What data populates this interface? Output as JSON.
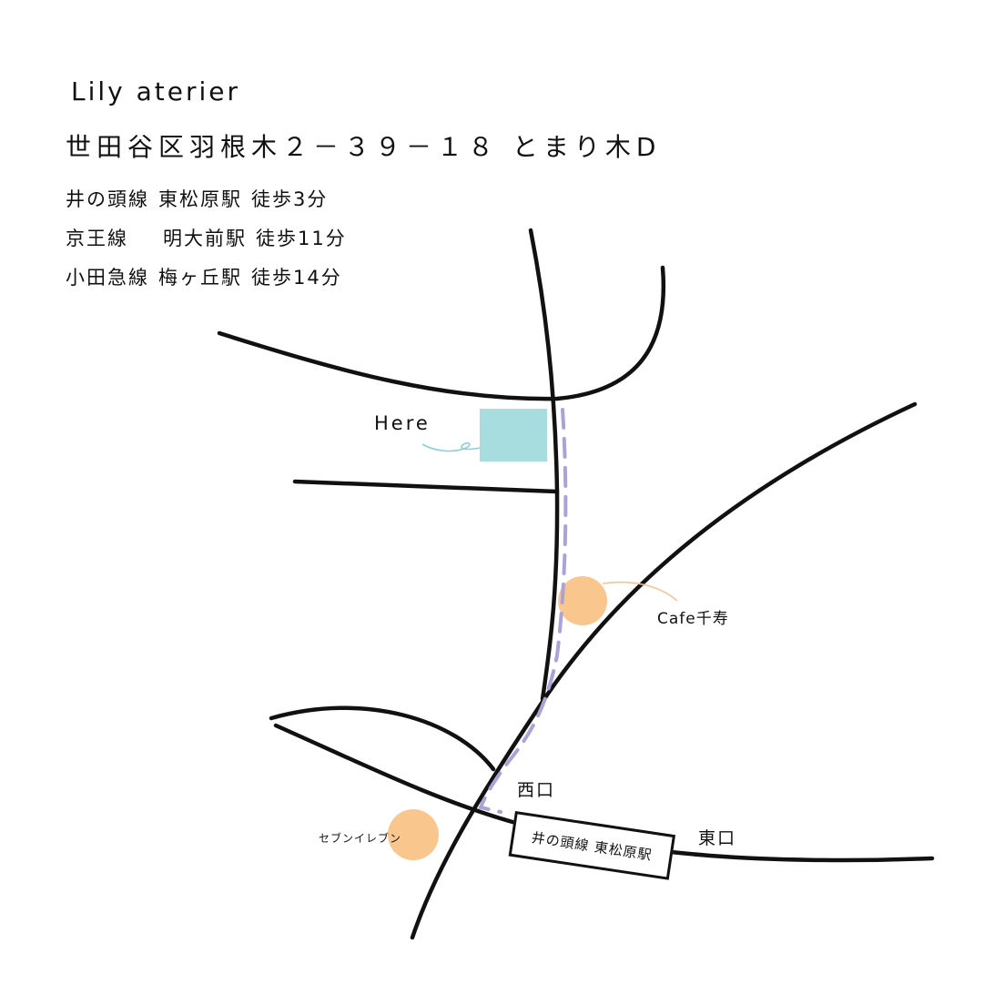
{
  "header": {
    "title": "Lily aterier",
    "address": "世田谷区羽根木２－３９－１８ とまり木D",
    "access": [
      {
        "line": "井の頭線",
        "station": "東松原駅",
        "time": "徒歩3分"
      },
      {
        "line": "京王線",
        "station": "明大前駅",
        "time": "徒歩11分"
      },
      {
        "line": "小田急線",
        "station": "梅ヶ丘駅",
        "time": "徒歩14分"
      }
    ]
  },
  "map": {
    "here_label": "Here",
    "cafe_label": "Cafe千寿",
    "seven_label": "セブンイレブン",
    "station_label": "井の頭線 東松原駅",
    "west_exit": "西口",
    "east_exit": "東口",
    "colors": {
      "road": "#111111",
      "destination": "#a8dde0",
      "landmark": "#f9c78e",
      "route": "#a9a3d8",
      "leader_here": "#8ccfd6",
      "leader_cafe": "#f3c48f"
    }
  }
}
